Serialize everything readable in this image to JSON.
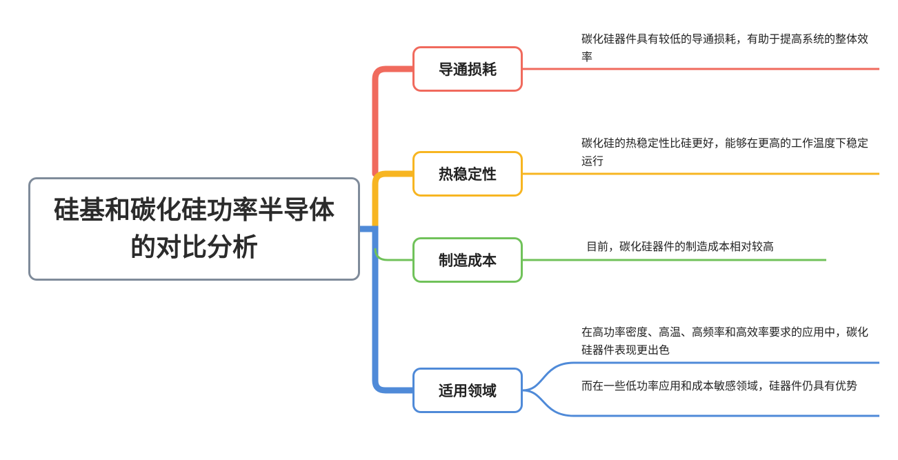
{
  "root": {
    "title": "硅基和碳化硅功率半导体的对比分析"
  },
  "branches": [
    {
      "label": "导通损耗",
      "color": "#f06a5d",
      "notes": [
        "碳化硅器件具有较低的导通损耗，有助于提高系统的整体效率"
      ]
    },
    {
      "label": "热稳定性",
      "color": "#f7b521",
      "notes": [
        "碳化硅的热稳定性比硅更好，能够在更高的工作温度下稳定运行"
      ]
    },
    {
      "label": "制造成本",
      "color": "#70c25a",
      "notes": [
        "目前，碳化硅器件的制造成本相对较高"
      ]
    },
    {
      "label": "适用领域",
      "color": "#4f8ad8",
      "notes": [
        "在高功率密度、高温、高频率和高效率要求的应用中，碳化硅器件表现更出色",
        "而在一些低功率应用和成本敏感领域，硅器件仍具有优势"
      ]
    }
  ],
  "colors": {
    "root_border": "#7f8b9a"
  }
}
